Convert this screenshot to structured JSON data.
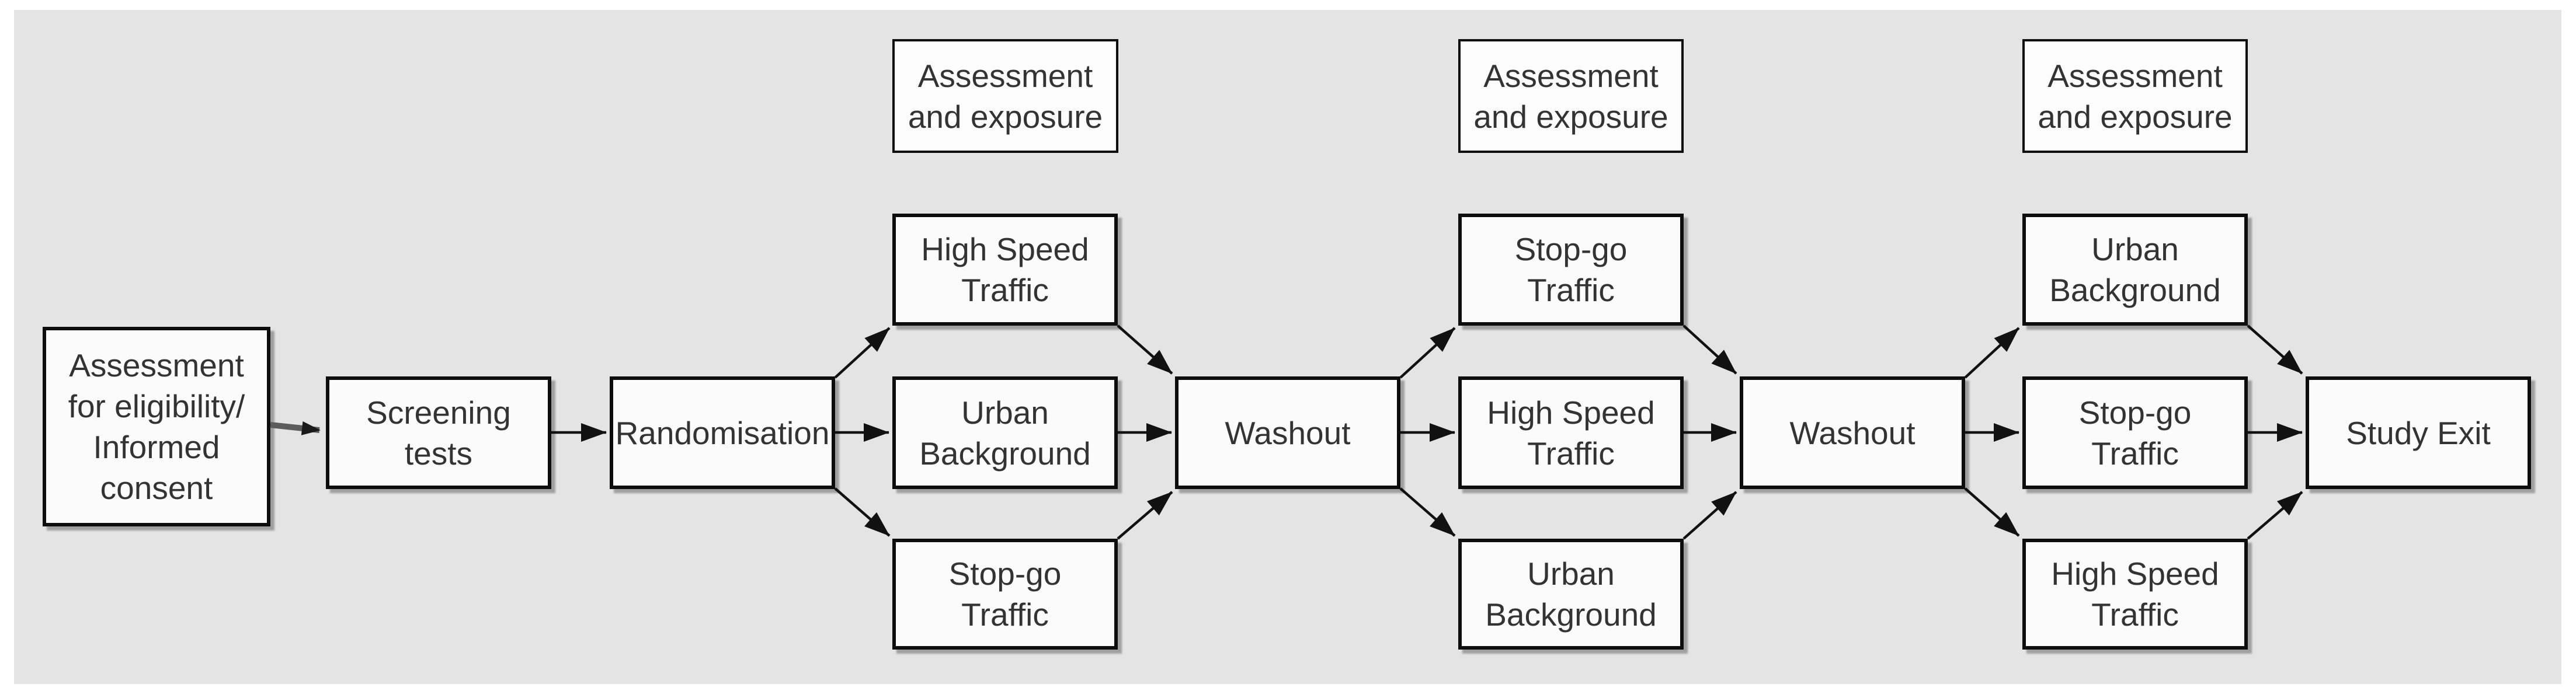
{
  "figure": {
    "background_color": "#e4e4e4",
    "page_color": "#ffffff",
    "box_fill": "#fbfbfb",
    "border_color": "#0d0d0d",
    "text_color": "#333333",
    "arrow_color": "#111111",
    "entry_arrow_color": "#5c5c5c"
  },
  "nodes": {
    "eligibility": "Assessment\nfor eligibility/\nInformed\nconsent",
    "screening": "Screening\ntests",
    "randomisation": "Randomisation",
    "washout1": "Washout",
    "washout2": "Washout",
    "study_exit": "Study Exit"
  },
  "periods": [
    {
      "header": "Assessment\nand exposure",
      "top": "High Speed\nTraffic",
      "middle": "Urban\nBackground",
      "bottom": "Stop-go\nTraffic"
    },
    {
      "header": "Assessment\nand exposure",
      "top": "Stop-go\nTraffic",
      "middle": "High Speed\nTraffic",
      "bottom": "Urban\nBackground"
    },
    {
      "header": "Assessment\nand exposure",
      "top": "Urban\nBackground",
      "middle": "Stop-go\nTraffic",
      "bottom": "High Speed\nTraffic"
    }
  ]
}
